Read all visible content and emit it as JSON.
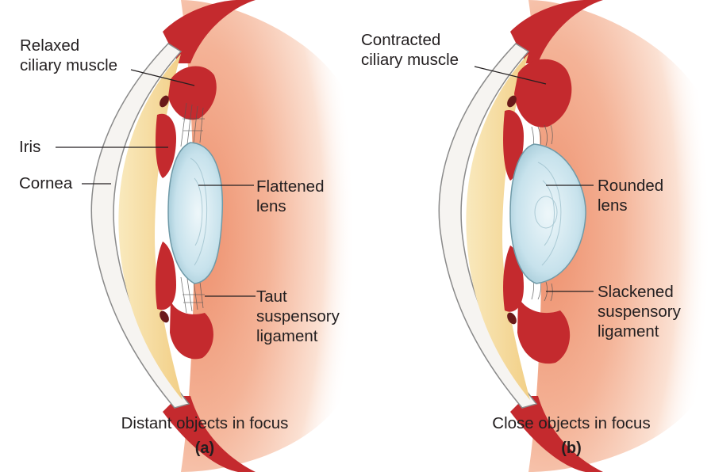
{
  "panels": [
    {
      "id": "a",
      "labels": {
        "ciliary_muscle": "Relaxed\nciliary muscle",
        "iris": "Iris",
        "cornea": "Cornea",
        "lens": "Flattened\nlens",
        "ligament": "Taut\nsuspensory\nligament"
      },
      "caption": "Distant objects in focus",
      "sublabel": "(a)"
    },
    {
      "id": "b",
      "labels": {
        "ciliary_muscle": "Contracted\nciliary muscle",
        "lens": "Rounded\nlens",
        "ligament": "Slackened\nsuspensory\nligament"
      },
      "caption": "Close objects in focus",
      "sublabel": "(b)"
    }
  ],
  "colors": {
    "background": "#ffffff",
    "choroid": "#f0a98a",
    "muscle": "#c42a2e",
    "cornea": "#f6f4f1",
    "aqueous": "#f7dfa2",
    "lens": "#cfe6ee",
    "leader_line": "#231f20"
  }
}
